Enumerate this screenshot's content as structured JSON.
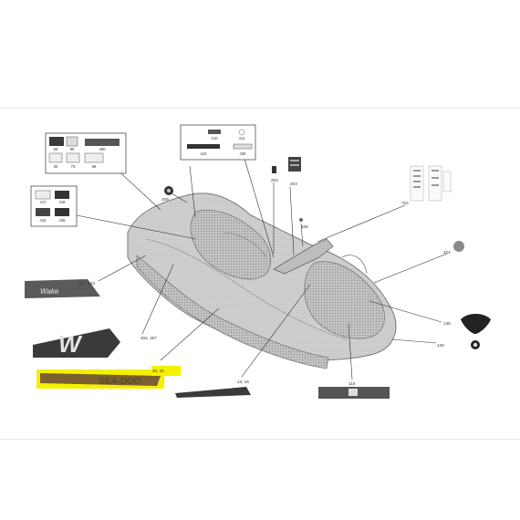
{
  "callouts": {
    "c209": "209",
    "c341": "341, 343",
    "c202": "202, 307",
    "c40": "40, 41",
    "c13": "13, 16",
    "c110": "110",
    "c129": "129",
    "c138": "138",
    "c424": "424",
    "c723": "723",
    "c108": "108",
    "c202b": "202",
    "c203": "203"
  },
  "box_left_top": {
    "l1": "56",
    "l2": "90",
    "l3": "480",
    "l4": "30",
    "l5": "73",
    "l6": "86"
  },
  "box_left_mid": {
    "l1": "417",
    "l2": "418",
    "l3": "416",
    "l4": "435"
  },
  "box_top": {
    "l1": "210",
    "l2": "411",
    "l3": "410",
    "l4": "430"
  },
  "decals": {
    "wake_text": "Wake",
    "w_letter": "W",
    "seadoo_text": "SEA-DOO"
  },
  "colors": {
    "highlight": "#f4f000",
    "sketch": "#8a8a8a",
    "decal_dark": "#3a3a3a"
  }
}
